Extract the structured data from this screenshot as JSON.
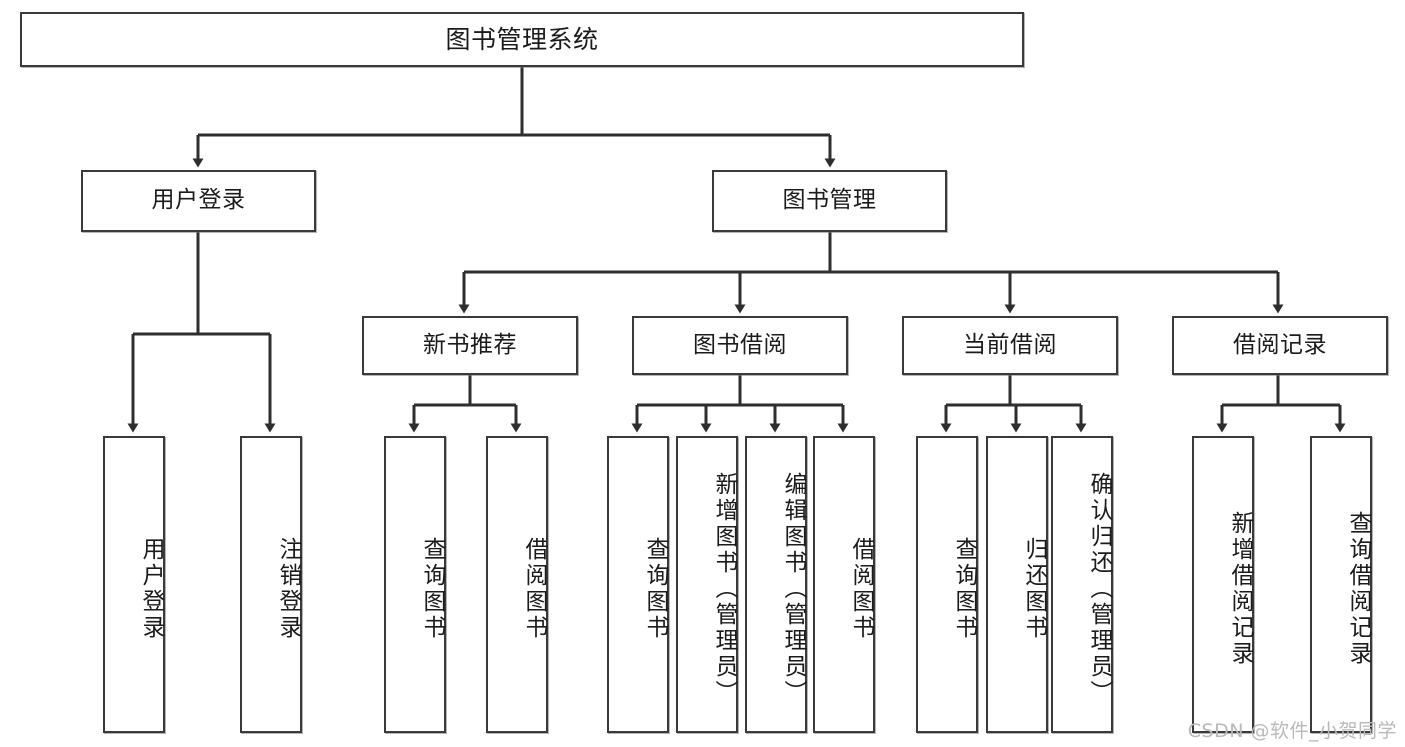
{
  "diagram": {
    "type": "tree-hierarchy",
    "orientation": "top-down",
    "watermark": "CSDN @软件_小贺同学",
    "colors": {
      "stroke": "#3a3a3a",
      "fill": "#ffffff",
      "text": "#1b1b1b",
      "watermark": "#b9b9b9"
    },
    "root": {
      "label": "图书管理系统"
    },
    "level2": [
      {
        "id": "user-login",
        "label": "用户登录"
      },
      {
        "id": "book-manage",
        "label": "图书管理"
      }
    ],
    "level3": [
      {
        "id": "new-book-recommend",
        "label": "新书推荐",
        "parent": "book-manage"
      },
      {
        "id": "book-borrow",
        "label": "图书借阅",
        "parent": "book-manage"
      },
      {
        "id": "current-borrow",
        "label": "当前借阅",
        "parent": "book-manage"
      },
      {
        "id": "borrow-record",
        "label": "借阅记录",
        "parent": "book-manage"
      }
    ],
    "leaves": {
      "user-login": [
        {
          "id": "leaf-user-login",
          "label": "用户登录"
        },
        {
          "id": "leaf-user-logout",
          "label": "注销登录"
        }
      ],
      "new-book-recommend": [
        {
          "id": "leaf-query-book-1",
          "label": "查询图书"
        },
        {
          "id": "leaf-borrow-book-1",
          "label": "借阅图书"
        }
      ],
      "book-borrow": [
        {
          "id": "leaf-query-book-2",
          "label": "查询图书"
        },
        {
          "id": "leaf-add-book",
          "label": "新增图书（管理员）"
        },
        {
          "id": "leaf-edit-book",
          "label": "编辑图书（管理员）"
        },
        {
          "id": "leaf-borrow-book-2",
          "label": "借阅图书"
        }
      ],
      "current-borrow": [
        {
          "id": "leaf-query-book-3",
          "label": "查询图书"
        },
        {
          "id": "leaf-return-book",
          "label": "归还图书"
        },
        {
          "id": "leaf-confirm-return",
          "label": "确认归还（管理员）"
        }
      ],
      "borrow-record": [
        {
          "id": "leaf-add-record",
          "label": "新增借阅记录"
        },
        {
          "id": "leaf-query-record",
          "label": "查询借阅记录"
        }
      ]
    }
  }
}
